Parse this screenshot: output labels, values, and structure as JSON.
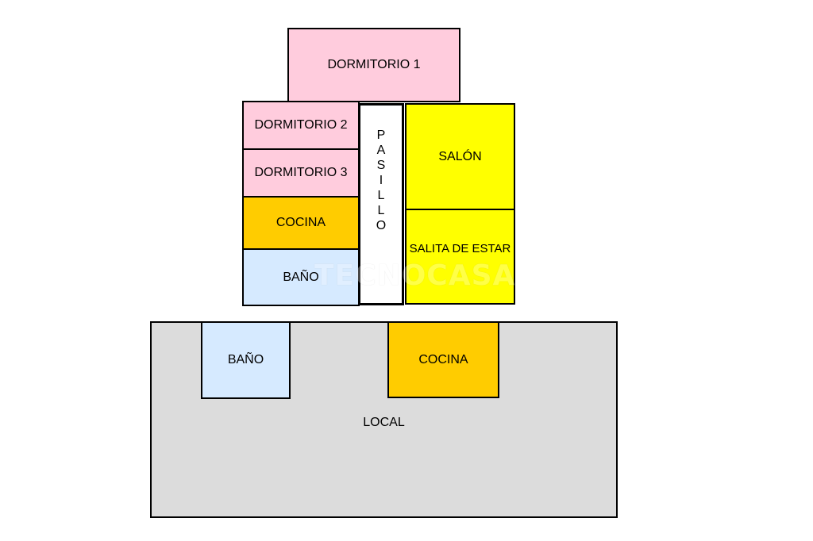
{
  "rooms": {
    "dormitorio_1": "DORMITORIO 1",
    "dormitorio_2": "DORMITORIO 2",
    "dormitorio_3": "DORMITORIO 3",
    "cocina_upper": "COCINA",
    "bano_upper": "BAÑO",
    "pasillo": [
      "P",
      "A",
      "S",
      "I",
      "L",
      "L",
      "O"
    ],
    "salon": "SALÓN",
    "salita_de_estar": "SALITA DE ESTAR",
    "local": "LOCAL",
    "bano_local": "BAÑO",
    "cocina_local": "COCINA"
  },
  "watermark": "TECNOCASA",
  "colors": {
    "bedroom": "#ffccdd",
    "living": "#ffff00",
    "kitchen": "#ffcc00",
    "bathroom": "#d6eaff",
    "local": "#dcdcdc",
    "hallway": "#ffffff",
    "border": "#000000"
  }
}
